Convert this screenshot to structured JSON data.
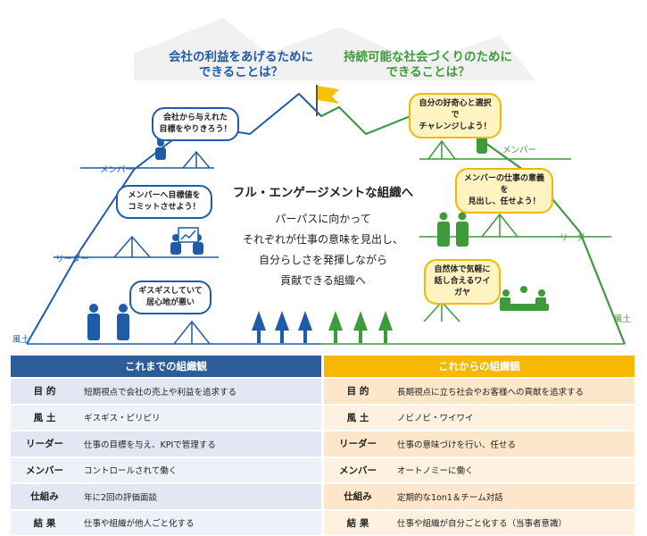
{
  "questions": {
    "left": "会社の利益をあげるために\nできることは？",
    "right": "持続可能な社会づくりのために\nできることは？"
  },
  "levels": {
    "left": {
      "member": "メンバー",
      "leader": "リーダー",
      "culture": "風土"
    },
    "right": {
      "member": "メンバー",
      "leader": "リーダー",
      "culture": "風土"
    }
  },
  "bubbles": {
    "l1": "会社から与えれた\n目標をやりきろう！",
    "l2": "メンバーへ目標値を\nコミットさせよう！",
    "l3": "ギスギスしていて\n居心地が悪い",
    "r1": "自分の好奇心と選択で\nチャレンジしよう！",
    "r2": "メンバーの仕事の意義を\n見出し、任せよう！",
    "r3": "自然体で気軽に\n話し合えるワイガヤ"
  },
  "center": {
    "title": "フル・エンゲージメントな組織へ",
    "body": "パーパスに向かって\nそれぞれが仕事の意味を見出し、\n自分らしさを発揮しながら\n貢献できる組織へ"
  },
  "table_left": {
    "header": "これまでの組織観",
    "rows": [
      {
        "k": "目 的",
        "v": "短期視点で会社の売上や利益を追求する"
      },
      {
        "k": "風 土",
        "v": "ギスギス・ピリピリ"
      },
      {
        "k": "リーダー",
        "v": "仕事の目標を与え、KPIで管理する"
      },
      {
        "k": "メンバー",
        "v": "コントロールされて働く"
      },
      {
        "k": "仕組み",
        "v": "年に2回の評価面談"
      },
      {
        "k": "結 果",
        "v": "仕事や組織が他人ごと化する"
      }
    ]
  },
  "table_right": {
    "header": "これからの組織観",
    "rows": [
      {
        "k": "目 的",
        "v": "長期視点に立ち社会やお客様への貢献を追求する"
      },
      {
        "k": "風 土",
        "v": "ノビノビ・ワイワイ"
      },
      {
        "k": "リーダー",
        "v": "仕事の意味づけを行い、任せる"
      },
      {
        "k": "メンバー",
        "v": "オートノミーに働く"
      },
      {
        "k": "仕組み",
        "v": "定期的な1on1＆チーム対話"
      },
      {
        "k": "結 果",
        "v": "仕事や組織が自分ごと化する（当事者意識）"
      }
    ]
  },
  "colors": {
    "blue": "#1f5ca8",
    "green": "#3f9a3a",
    "yellow": "#f6b800",
    "navy": "#2b5d99"
  }
}
